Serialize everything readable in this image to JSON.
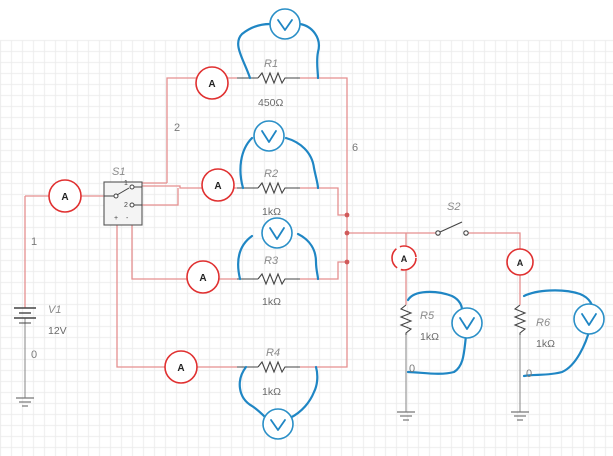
{
  "title": "",
  "colors": {
    "wire": "#e58f8f",
    "wire_dark": "#d05a5a",
    "ammeter_ring": "#e03030",
    "voltmeter_ring": "#2a8fc7",
    "voltmeter_lead": "#1f86c4",
    "ground_wire": "#9a9a9a",
    "grid": "#ececec",
    "component": "#444444"
  },
  "components": {
    "source": {
      "name": "V1",
      "value": "12V"
    },
    "switch1": {
      "name": "S1",
      "pins": [
        "1",
        "2",
        "+",
        "-"
      ]
    },
    "switch2": {
      "name": "S2"
    },
    "r1": {
      "name": "R1",
      "value": "450Ω"
    },
    "r2": {
      "name": "R2",
      "value": "1kΩ"
    },
    "r3": {
      "name": "R3",
      "value": "1kΩ"
    },
    "r4": {
      "name": "R4",
      "value": "1kΩ"
    },
    "r5": {
      "name": "R5",
      "value": "1kΩ"
    },
    "r6": {
      "name": "R6",
      "value": "1kΩ"
    }
  },
  "nodes": {
    "n1": "1",
    "n2": "2",
    "n6": "6",
    "n0a": "0",
    "n0b": "0",
    "n0c": "0"
  },
  "meters": {
    "ammeter": "A",
    "voltmeter": "V"
  }
}
